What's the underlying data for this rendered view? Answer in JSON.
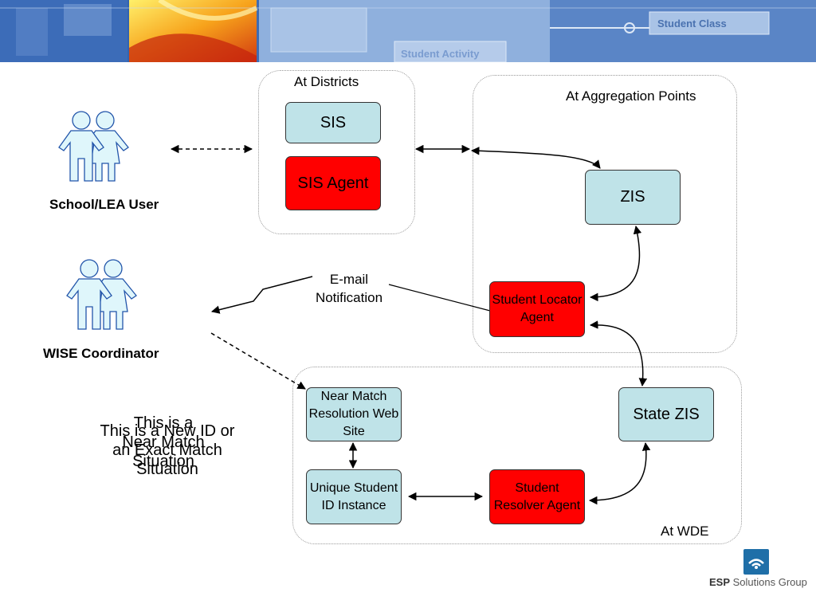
{
  "banner": {
    "label_1": "Student Class",
    "label_2": "Student Activity"
  },
  "regions": {
    "districts": "At Districts",
    "aggregation": "At Aggregation Points",
    "wde": "At WDE"
  },
  "boxes": {
    "sis": "SIS",
    "sis_agent": "SIS Agent",
    "zis": "ZIS",
    "student_locator_agent": "Student Locator Agent",
    "state_zis": "State ZIS",
    "near_match_site": "Near Match Resolution Web Site",
    "unique_id": "Unique Student ID Instance",
    "student_resolver_agent": "Student Resolver Agent"
  },
  "actors": {
    "school_user": "School/LEA User",
    "wise_coordinator": "WISE Coordinator"
  },
  "email_notification": "E-mail Notification",
  "overlap_text": {
    "near_match": "This is a Near Match Situation",
    "new_id": "This is a New ID or an Exact Match Situation"
  },
  "logo": {
    "esp": "ESP",
    "solutions": "Solutions Group"
  },
  "colors": {
    "teal": "#bfe3e8",
    "red": "#ff0000",
    "logo_blue": "#1f6fa8"
  }
}
